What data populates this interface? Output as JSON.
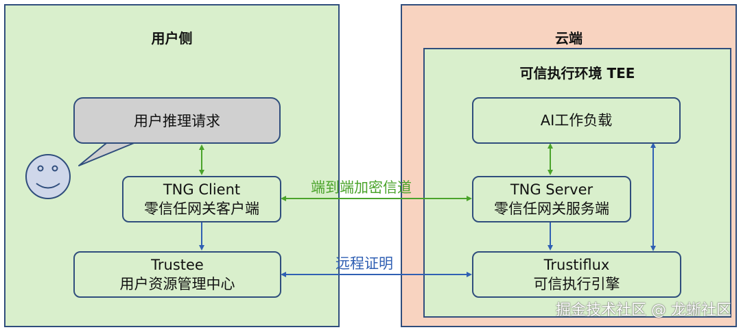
{
  "user_side": {
    "title": "用户侧",
    "bubble": "用户推理请求",
    "tng_client": {
      "line1": "TNG Client",
      "line2": "零信任网关客户端"
    },
    "trustee": {
      "line1": "Trustee",
      "line2": "用户资源管理中心"
    }
  },
  "cloud": {
    "title": "云端",
    "tee": {
      "title": "可信执行环境 TEE",
      "ai_workload": "AI工作负载",
      "tng_server": {
        "line1": "TNG Server",
        "line2": "零信任网关服务端"
      },
      "trustiflux": {
        "line1": "Trustiflux",
        "line2": "可信执行引擎"
      }
    }
  },
  "links": {
    "encrypted_channel": "端到端加密信道",
    "remote_attestation": "远程证明"
  },
  "colors": {
    "green_arrow": "#4aa32a",
    "blue_arrow": "#2f5fb3",
    "border": "#2f4d7c",
    "green_fill": "#d9efcc",
    "cloud_fill": "#f8d3c0"
  },
  "watermark": "掘金技术社区 @ 龙蜥社区"
}
